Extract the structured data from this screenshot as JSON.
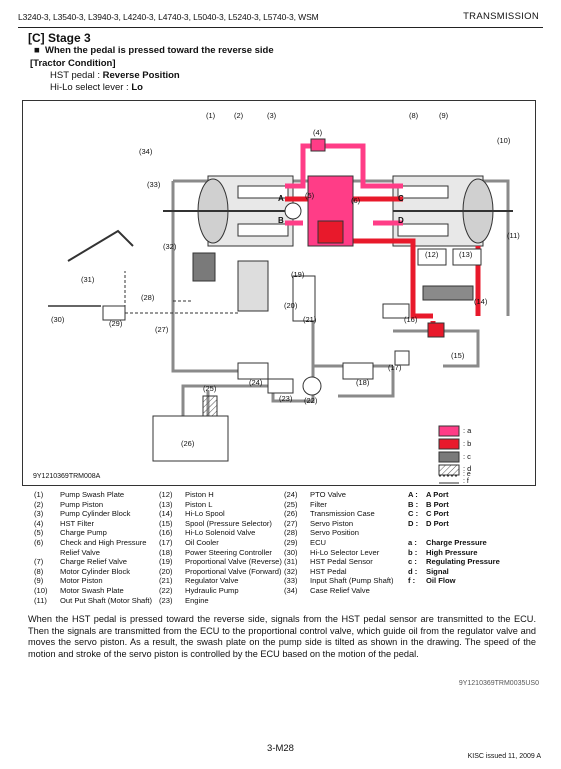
{
  "header": {
    "models": "L3240-3, L3540-3, L3940-3, L4240-3, L4740-3, L5040-3, L5240-3, L5740-3, WSM",
    "section": "TRANSMISSION"
  },
  "section_title": "[C]  Stage 3",
  "subtitle": "When the pedal is pressed toward the reverse side",
  "condition": {
    "title": "[Tractor Condition]",
    "line1_label": "HST pedal : ",
    "line1_value": "Reverse Position",
    "line2_label": "Hi-Lo select lever : ",
    "line2_value": "Lo"
  },
  "figure": {
    "code": "9Y1210369TRM008A",
    "colors": {
      "charge": "#ff3d87",
      "high": "#e8192b",
      "regulating": "#7a7a7a"
    },
    "ports": [
      "A",
      "B",
      "C",
      "D"
    ],
    "callouts": [
      "(1)",
      "(2)",
      "(3)",
      "(4)",
      "(5)",
      "(6)",
      "(8)",
      "(9)",
      "(10)",
      "(11)",
      "(12)",
      "(13)",
      "(14)",
      "(15)",
      "(16)",
      "(17)",
      "(18)",
      "(19)",
      "(20)",
      "(21)",
      "(22)",
      "(23)",
      "(24)",
      "(25)",
      "(26)",
      "(27)",
      "(28)",
      "(29)",
      "(30)",
      "(31)",
      "(32)",
      "(33)",
      "(34)"
    ],
    "legend": [
      {
        "key": "a",
        "label": ": a"
      },
      {
        "key": "b",
        "label": ": b"
      },
      {
        "key": "c",
        "label": ": c"
      },
      {
        "key": "d",
        "label": ": d"
      },
      {
        "key": "e",
        "label": ": e"
      },
      {
        "key": "f",
        "label": ": f"
      }
    ]
  },
  "parts": {
    "col1": [
      [
        "(1)",
        "Pump Swash Plate"
      ],
      [
        "(2)",
        "Pump Piston"
      ],
      [
        "(3)",
        "Pump Cylinder Block"
      ],
      [
        "(4)",
        "HST Filter"
      ],
      [
        "(5)",
        "Charge Pump"
      ],
      [
        "(6)",
        "Check and High Pressure"
      ],
      [
        "",
        "Relief Valve"
      ],
      [
        "(7)",
        "Charge Relief Valve"
      ],
      [
        "(8)",
        "Motor Cylinder Block"
      ],
      [
        "(9)",
        "Motor Piston"
      ],
      [
        "(10)",
        "Motor Swash Plate"
      ],
      [
        "(11)",
        "Out Put Shaft (Motor Shaft)"
      ]
    ],
    "col2": [
      [
        "(12)",
        "Piston H"
      ],
      [
        "(13)",
        "Piston L"
      ],
      [
        "(14)",
        "Hi-Lo Spool"
      ],
      [
        "(15)",
        "Spool (Pressure Selector)"
      ],
      [
        "(16)",
        "Hi-Lo Solenoid Valve"
      ],
      [
        "(17)",
        "Oil Cooler"
      ],
      [
        "(18)",
        "Power Steering Controller"
      ],
      [
        "(19)",
        "Proportional Valve (Reverse)"
      ],
      [
        "(20)",
        "Proportional Valve (Forward)"
      ],
      [
        "(21)",
        "Regulator Valve"
      ],
      [
        "(22)",
        "Hydraulic Pump"
      ],
      [
        "(23)",
        "Engine"
      ]
    ],
    "col3": [
      [
        "(24)",
        "PTO Valve"
      ],
      [
        "(25)",
        "Filter"
      ],
      [
        "(26)",
        "Transmission Case"
      ],
      [
        "(27)",
        "Servo Piston"
      ],
      [
        "(28)",
        "Servo Position"
      ],
      [
        "(29)",
        "ECU"
      ],
      [
        "(30)",
        "Hi-Lo Selector Lever"
      ],
      [
        "(31)",
        "HST Pedal Sensor"
      ],
      [
        "(32)",
        "HST Pedal"
      ],
      [
        "(33)",
        "Input Shaft (Pump Shaft)"
      ],
      [
        "(34)",
        "Case Relief Valve"
      ]
    ],
    "col4": [
      [
        "A :",
        "A Port"
      ],
      [
        "B :",
        "B Port"
      ],
      [
        "C :",
        "C Port"
      ],
      [
        "D :",
        "D Port"
      ],
      [
        "",
        ""
      ],
      [
        "a :",
        "Charge Pressure"
      ],
      [
        "b :",
        "High Pressure"
      ],
      [
        "c :",
        "Regulating Pressure"
      ],
      [
        "d :",
        "Signal"
      ],
      [
        "f :",
        "Oil Flow"
      ]
    ]
  },
  "body_text": "When the HST pedal is pressed toward the reverse side, signals from the HST pedal sensor are transmitted to the ECU. Then the signals are transmitted from the ECU to the proportional control valve, which guide oil from the regulator valve and moves the servo piston. As a result, the swash plate on the pump side is tilted as shown in the drawing. The speed of the motion and stroke of the servo piston is controlled by the ECU based on the motion of the pedal.",
  "body_code": "9Y1210369TRM0035US0",
  "footer": {
    "page": "3-M28",
    "issued": "KISC issued 11, 2009 A"
  }
}
